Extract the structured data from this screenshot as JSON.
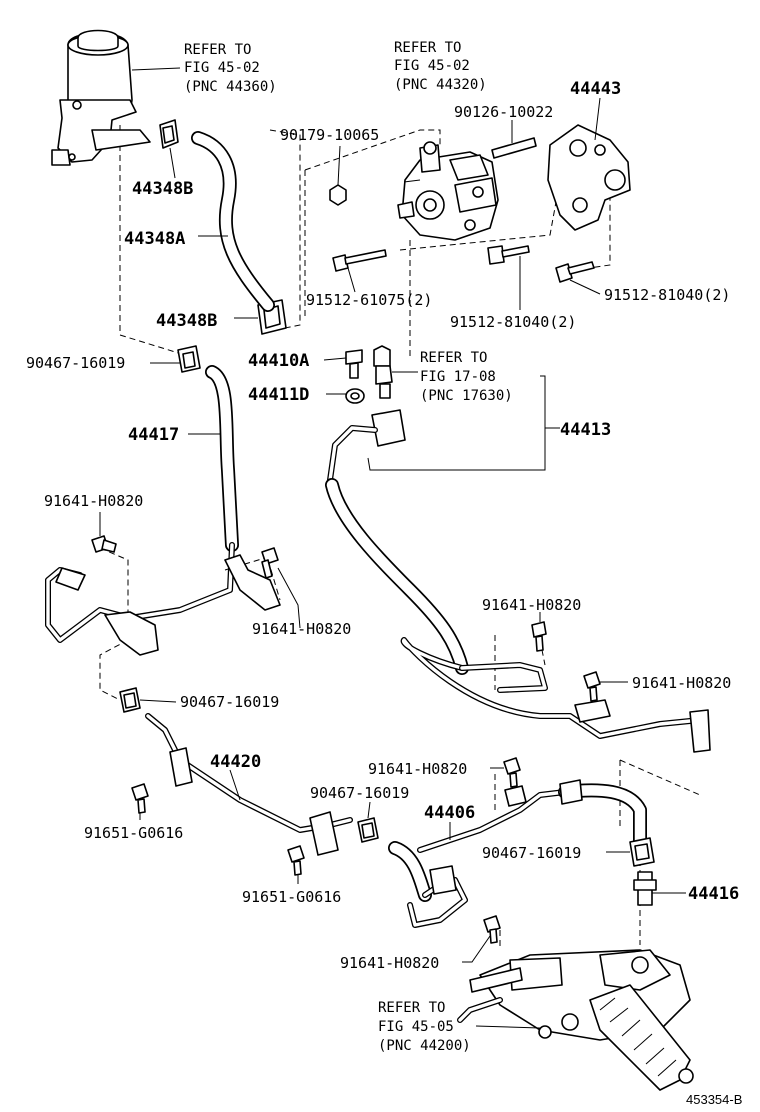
{
  "refs": {
    "reservoir": {
      "line1": "REFER TO",
      "line2": "FIG 45-02",
      "line3": "(PNC 44360)"
    },
    "pump": {
      "line1": "REFER TO",
      "line2": "FIG 45-02",
      "line3": "(PNC 44320)"
    },
    "switch": {
      "line1": "REFER TO",
      "line2": "FIG 17-08",
      "line3": "(PNC 17630)"
    },
    "gear": {
      "line1": "REFER TO",
      "line2": "FIG 45-05",
      "line3": "(PNC 44200)"
    }
  },
  "parts": {
    "p44443": "44443",
    "p90126": "90126-10022",
    "p90179": "90179-10065",
    "p44348B_top": "44348B",
    "p44348A": "44348A",
    "p44348B_bot": "44348B",
    "p91512_61075": "91512-61075(2)",
    "p91512_81040_mid": "91512-81040(2)",
    "p91512_81040_right": "91512-81040(2)",
    "p90467_a": "90467-16019",
    "p44410A": "44410A",
    "p44411D": "44411D",
    "p44413": "44413",
    "p44417": "44417",
    "p91641_a": "91641-H0820",
    "p91641_b": "91641-H0820",
    "p91641_c": "91641-H0820",
    "p91641_d": "91641-H0820",
    "p91641_e": "91641-H0820",
    "p91641_f": "91641-H0820",
    "p90467_b": "90467-16019",
    "p44420": "44420",
    "p90467_c": "90467-16019",
    "p44406": "44406",
    "p90467_d": "90467-16019",
    "p44416": "44416",
    "p91651_a": "91651-G0616",
    "p91651_b": "91651-G0616"
  },
  "figure_code": "453354-B"
}
